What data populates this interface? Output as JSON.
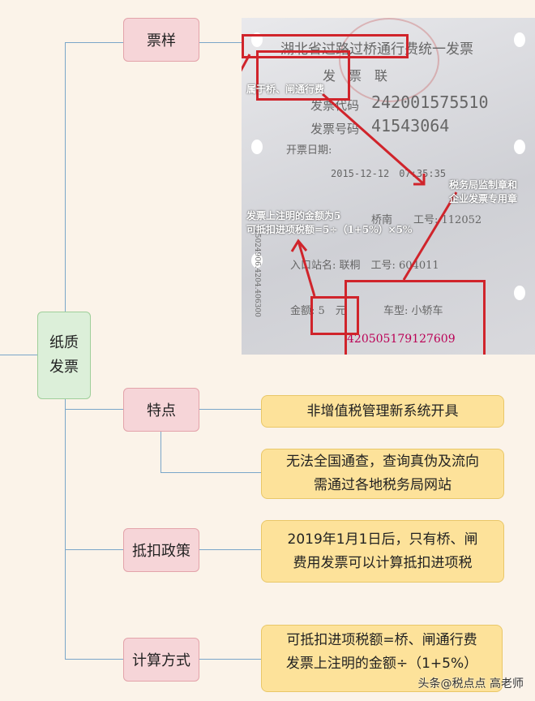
{
  "root": {
    "line1": "纸质",
    "line2": "发票"
  },
  "branches": [
    {
      "label": "票样"
    },
    {
      "label": "特点",
      "items": [
        {
          "lines": [
            "非增值税管理新系统开具"
          ]
        },
        {
          "lines": [
            "无法全国通查，查询真伪及流向",
            "需通过各地税务局网站"
          ]
        }
      ]
    },
    {
      "label": "抵扣政策",
      "items": [
        {
          "lines": [
            "2019年1月1日后，只有桥、闸",
            "费用发票可以计算抵扣进项税"
          ]
        }
      ]
    },
    {
      "label": "计算方式",
      "items": [
        {
          "lines": [
            "可抵扣进项税额=桥、闸通行费",
            "发票上注明的金额÷（1+5%）"
          ]
        }
      ]
    }
  ],
  "invoice_photo": {
    "title": "湖北省过路过桥通行费统一发票",
    "copy": "发　票　联",
    "code_label": "发票代码",
    "code": "242001575510",
    "number_label": "发票号码",
    "number": "41543064",
    "date_label": "开票日期:",
    "date": "2015-12-12　07:35:35",
    "exit_line": "桥南　　工号: 112052",
    "entry_line": "入口站名: 联桐　工号: 604011",
    "amount_line": "金额: 5　元",
    "vehicle": "车型: 小轿车",
    "serial": "420505179127609",
    "side": "15024906.4204.406300",
    "annotations": {
      "type": "属于桥、闸通行费",
      "seal": [
        "税务局监制章和",
        "企业发票专用章"
      ],
      "calc": [
        "发票上注明的金额为5",
        "可抵扣进项税额=5÷（1+5%）×5%"
      ]
    }
  },
  "watermark": "头条@税点点 高老师",
  "colors": {
    "background": "#fbf3e9",
    "root": "#dcefd9",
    "branch": "#f6d5d8",
    "leaf": "#fde29a",
    "connector": "#7aa6c9",
    "highlight": "#d0242b"
  }
}
